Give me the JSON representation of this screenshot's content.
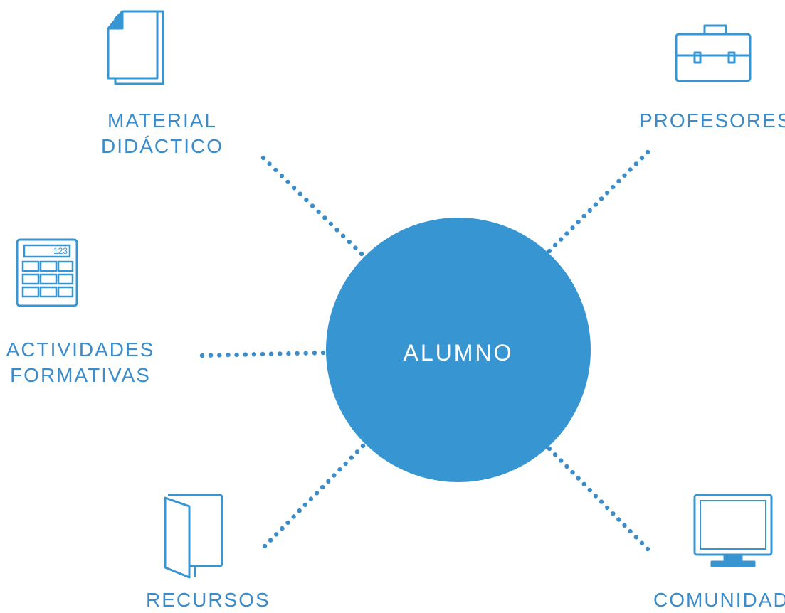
{
  "center": {
    "label": "ALUMNO"
  },
  "nodes": [
    {
      "id": "material",
      "label_lines": [
        "MATERIAL",
        "DIDÁCTICO"
      ],
      "icon": "documents-icon"
    },
    {
      "id": "profesores",
      "label_lines": [
        "PROFESORES"
      ],
      "icon": "briefcase-icon"
    },
    {
      "id": "actividades",
      "label_lines": [
        "ACTIVIDADES",
        "FORMATIVAS"
      ],
      "icon": "calculator-icon",
      "icon_text": "123"
    },
    {
      "id": "recursos",
      "label_lines": [
        "RECURSOS"
      ],
      "icon": "folder-icon"
    },
    {
      "id": "comunidad",
      "label_lines": [
        "COMUNIDAD"
      ],
      "icon": "monitor-icon"
    }
  ],
  "colors": {
    "primary": "#3795d1",
    "line": "#3a8ccb",
    "center_text": "#ffffff"
  }
}
